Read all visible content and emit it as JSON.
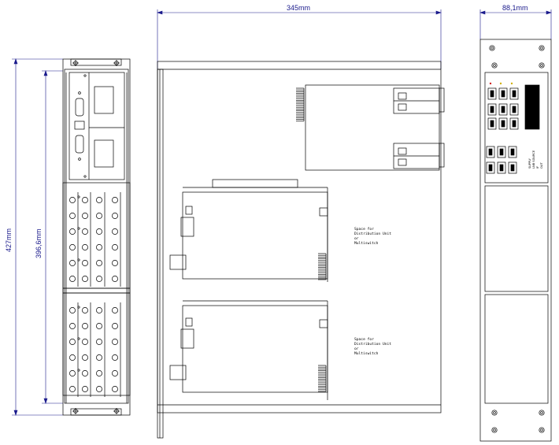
{
  "dimensions": {
    "width_side": "345mm",
    "width_front": "88,1mm",
    "height_total": "427mm",
    "height_inner": "396,6mm"
  },
  "notes": {
    "space_top": [
      "Space for",
      "Distribution Unit",
      "or",
      "Multiswitch"
    ],
    "space_bottom": [
      "Space for",
      "Distribution Unit",
      "or",
      "Multiswitch"
    ]
  },
  "panel_vertical_labels": [
    "SUPPLY",
    "LNB SOURCE",
    "IF",
    "OUT"
  ],
  "colors": {
    "line": "#000000",
    "dimension": "#1a1a8c",
    "panel_fill": "#ffffff"
  }
}
